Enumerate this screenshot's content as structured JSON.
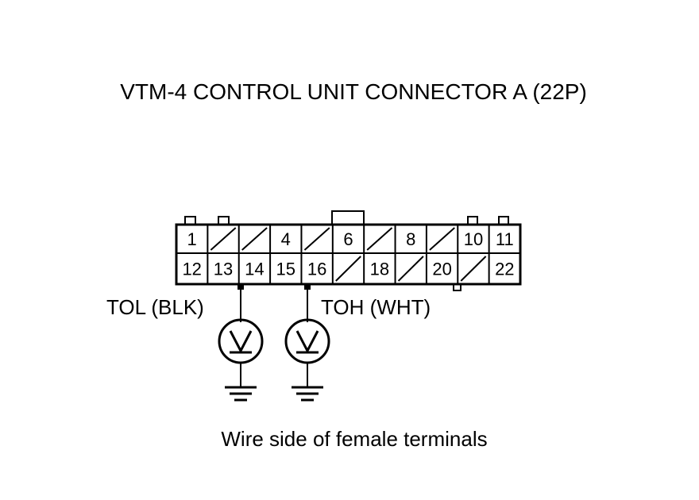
{
  "title": "VTM-4 CONTROL UNIT CONNECTOR A (22P)",
  "connector": {
    "top_row": [
      "1",
      "",
      "",
      "4",
      "",
      "6",
      "",
      "8",
      "",
      "10",
      "11"
    ],
    "bottom_row": [
      "12",
      "13",
      "14",
      "15",
      "16",
      "",
      "18",
      "",
      "20",
      "",
      "22"
    ]
  },
  "probes": {
    "tol_label": "TOL (BLK)",
    "toh_label": "TOH (WHT)",
    "meter_symbol": "V"
  },
  "caption": "Wire side of female terminals"
}
